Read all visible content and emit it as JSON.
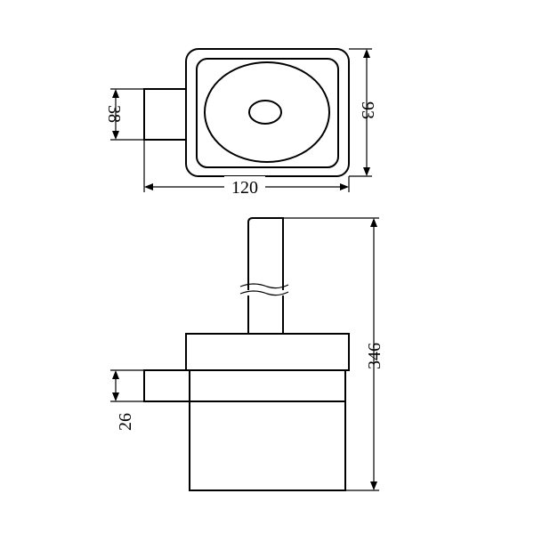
{
  "dimensions": {
    "top_width": "120",
    "top_depth": "93",
    "bracket_height_top": "38",
    "bracket_height_side": "26",
    "total_height": "346"
  },
  "colors": {
    "line": "#000000",
    "background": "#ffffff"
  }
}
